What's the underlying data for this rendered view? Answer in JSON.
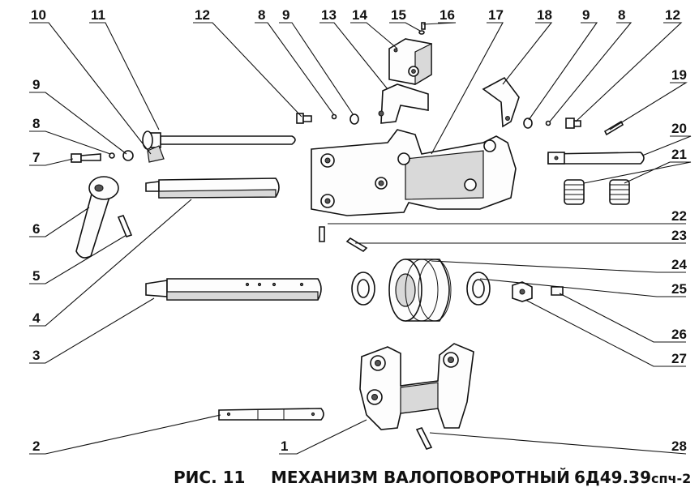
{
  "caption": {
    "figure": "РИС. 11",
    "title": "МЕХАНИЗМ ВАЛОПОВОРОТНЫЙ",
    "code": "6Д49.39",
    "code_suffix": "спч-2"
  },
  "callouts": [
    "10",
    "11",
    "12",
    "8",
    "9",
    "13",
    "14",
    "15",
    "16",
    "17",
    "18",
    "9",
    "8",
    "12",
    "19",
    "20",
    "21",
    "9",
    "8",
    "7",
    "6",
    "5",
    "4",
    "3",
    "2",
    "1",
    "22",
    "23",
    "24",
    "25",
    "26",
    "27",
    "28"
  ]
}
